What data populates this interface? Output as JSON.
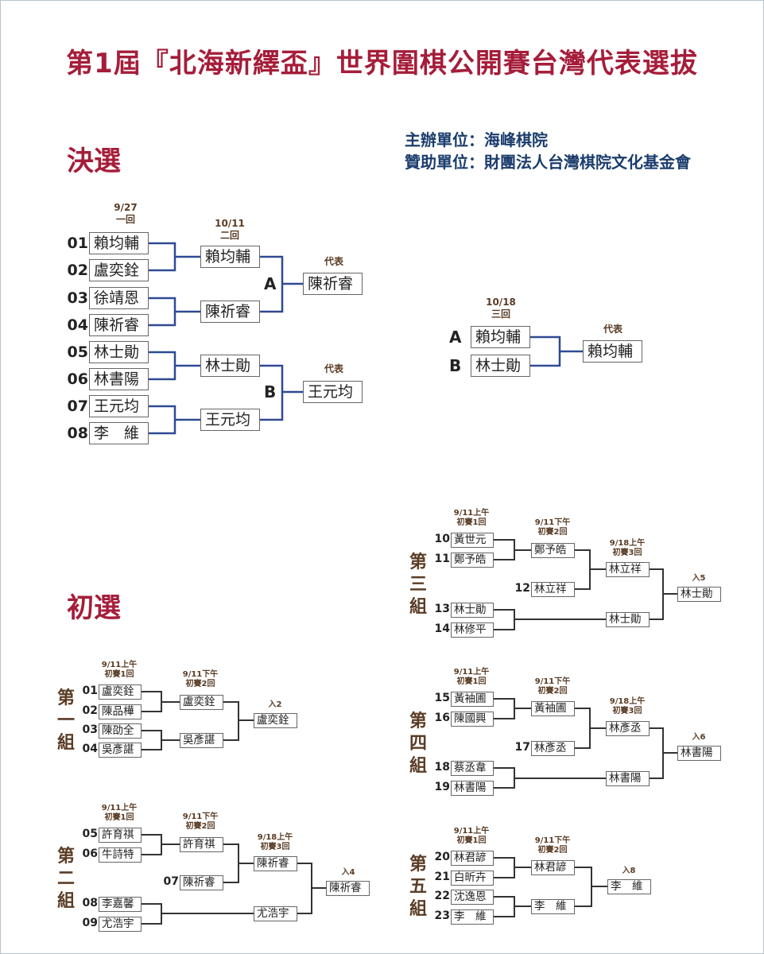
{
  "title": "第1屆『北海新繹盃』世界圍棋公開賽台灣代表選拔",
  "organizer": "主辦單位：海峰棋院",
  "sponsor": "贊助單位：財團法人台灣棋院文化基金會",
  "finals": {
    "heading": "決選",
    "r1": {
      "date": "9/27",
      "round": "一回"
    },
    "r2": {
      "date": "10/11",
      "round": "二回"
    },
    "r3": {
      "date": "10/18",
      "round": "三回"
    },
    "rep_label": "代表",
    "entrants": [
      {
        "num": "01",
        "name": "賴均輔"
      },
      {
        "num": "02",
        "name": "盧奕銓"
      },
      {
        "num": "03",
        "name": "徐靖恩"
      },
      {
        "num": "04",
        "name": "陳祈睿"
      },
      {
        "num": "05",
        "name": "林士勛"
      },
      {
        "num": "06",
        "name": "林書陽"
      },
      {
        "num": "07",
        "name": "王元均"
      },
      {
        "num": "08",
        "name": "李　維"
      }
    ],
    "r2_winners": [
      "賴均輔",
      "陳祈睿",
      "林士勛",
      "王元均"
    ],
    "block_a": {
      "label": "A",
      "rep": "陳祈睿"
    },
    "block_b": {
      "label": "B",
      "rep": "王元均"
    },
    "final_match": {
      "a_label": "A",
      "a_name": "賴均輔",
      "b_label": "B",
      "b_name": "林士勛",
      "rep": "賴均輔"
    }
  },
  "prelims": {
    "heading": "初選",
    "hd_r1": {
      "line1": "9/11上午",
      "line2": "初賽1回"
    },
    "hd_r2": {
      "line1": "9/11下午",
      "line2": "初賽2回"
    },
    "hd_r3": {
      "line1": "9/18上午",
      "line2": "初賽3回"
    },
    "group1": {
      "label": [
        "第",
        "一",
        "組"
      ],
      "entrants": [
        {
          "num": "01",
          "name": "盧奕銓"
        },
        {
          "num": "02",
          "name": "陳品樺"
        },
        {
          "num": "03",
          "name": "陳劭全"
        },
        {
          "num": "04",
          "name": "吳彥諶"
        }
      ],
      "r2": [
        "盧奕銓",
        "吳彥諶"
      ],
      "qualifier_label": "入2",
      "qualifier": "盧奕銓"
    },
    "group2": {
      "label": [
        "第",
        "二",
        "組"
      ],
      "entrants": [
        {
          "num": "05",
          "name": "許育祺"
        },
        {
          "num": "06",
          "name": "牛詩特"
        }
      ],
      "r2_winner": "許育祺",
      "bye": {
        "num": "07",
        "name": "陳祈睿"
      },
      "r3_top": "陳祈睿",
      "lower": [
        {
          "num": "08",
          "name": "李嘉馨"
        },
        {
          "num": "09",
          "name": "尤浩宇"
        }
      ],
      "r3_bottom": "尤浩宇",
      "qualifier_label": "入4",
      "qualifier": "陳祈睿"
    },
    "group3": {
      "label": [
        "第",
        "三",
        "組"
      ],
      "entrants": [
        {
          "num": "10",
          "name": "黃世元"
        },
        {
          "num": "11",
          "name": "鄭予皓"
        }
      ],
      "r2_winner": "鄭予皓",
      "bye": {
        "num": "12",
        "name": "林立祥"
      },
      "r3_top": "林立祥",
      "lower": [
        {
          "num": "13",
          "name": "林士勛"
        },
        {
          "num": "14",
          "name": "林修平"
        }
      ],
      "r3_bottom": "林士勛",
      "qualifier_label": "入5",
      "qualifier": "林士勛"
    },
    "group4": {
      "label": [
        "第",
        "四",
        "組"
      ],
      "entrants": [
        {
          "num": "15",
          "name": "黃袖圃"
        },
        {
          "num": "16",
          "name": "陳國興"
        }
      ],
      "r2_winner": "黃袖圃",
      "bye": {
        "num": "17",
        "name": "林彥丞"
      },
      "r3_top": "林彥丞",
      "lower": [
        {
          "num": "18",
          "name": "蔡丞韋"
        },
        {
          "num": "19",
          "name": "林書陽"
        }
      ],
      "r3_bottom": "林書陽",
      "qualifier_label": "入6",
      "qualifier": "林書陽"
    },
    "group5": {
      "label": [
        "第",
        "五",
        "組"
      ],
      "entrants": [
        {
          "num": "20",
          "name": "林君諺"
        },
        {
          "num": "21",
          "name": "白昕卉"
        },
        {
          "num": "22",
          "name": "沈逸恩"
        },
        {
          "num": "23",
          "name": "李　維"
        }
      ],
      "r2": [
        "林君諺",
        "李　維"
      ],
      "qualifier_label": "入8",
      "qualifier": "李　維"
    }
  }
}
